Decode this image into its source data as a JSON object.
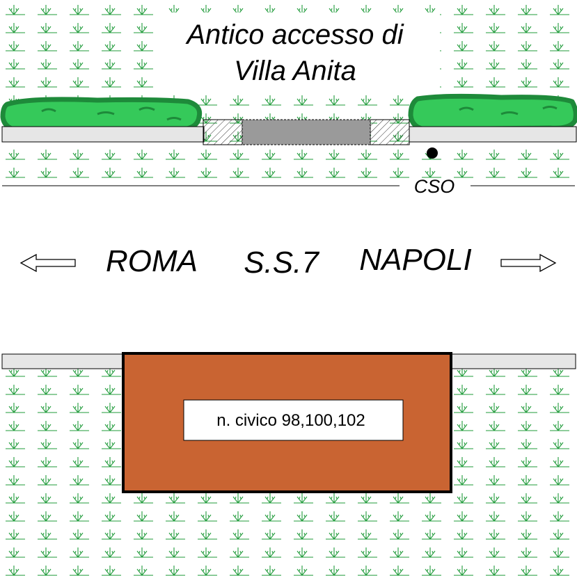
{
  "title": {
    "line1": "Antico accesso di",
    "line2": "Villa Anita"
  },
  "road": {
    "left_destination": "ROMA",
    "name": "S.S.7",
    "right_destination": "NAPOLI"
  },
  "marker": {
    "label": "CSO"
  },
  "building": {
    "label": "n. civico 98,100,102"
  },
  "icons": {
    "vegetation": "grass-tuft-icon",
    "hedge": "hedge-shape",
    "left_arrow": "arrow-left-icon",
    "right_arrow": "arrow-right-icon",
    "marker": "point-marker-icon"
  },
  "colors": {
    "grass": "#1f9b3a",
    "hedge_fill": "#35c95a",
    "hedge_stroke": "#1e8a3a",
    "building_fill": "#c96432",
    "sidewalk": "#e6e6e6",
    "gate": "#9a9a9a"
  }
}
